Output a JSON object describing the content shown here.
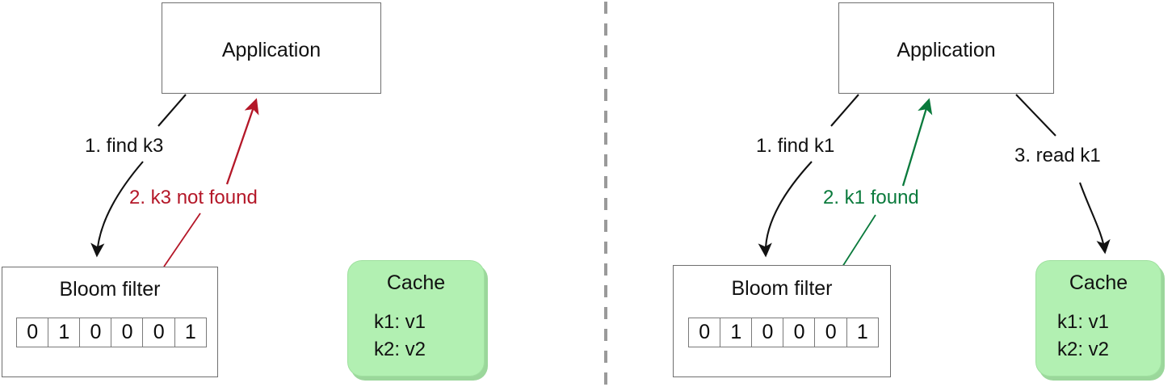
{
  "diagram": {
    "title_absent": "",
    "divider": {
      "name": "vertical-dashed-divider",
      "color": "#9a9a9a"
    }
  },
  "colors": {
    "black": "#111111",
    "red": "#b41728",
    "green": "#0a7a3c",
    "cache_fill": "#b2f0b2",
    "cache_shadow": "#9bd79b",
    "box_border": "#6f6f6f",
    "divider": "#9a9a9a"
  },
  "panels": [
    {
      "id": "left-panel-miss",
      "application": {
        "label": "Application"
      },
      "bloom_filter": {
        "label": "Bloom filter",
        "bits": [
          "0",
          "1",
          "0",
          "0",
          "0",
          "1"
        ]
      },
      "cache": {
        "label": "Cache",
        "entries": [
          "k1: v1",
          "k2: v2"
        ]
      },
      "edges": [
        {
          "name": "edge-find-k3",
          "label": "1. find k3",
          "color": "#111111",
          "from": "Application",
          "to": "Bloom filter"
        },
        {
          "name": "edge-k3-not-found",
          "label": "2. k3 not found",
          "color": "#b41728",
          "from": "Bloom filter",
          "to": "Application"
        }
      ]
    },
    {
      "id": "right-panel-hit",
      "application": {
        "label": "Application"
      },
      "bloom_filter": {
        "label": "Bloom filter",
        "bits": [
          "0",
          "1",
          "0",
          "0",
          "0",
          "1"
        ]
      },
      "cache": {
        "label": "Cache",
        "entries": [
          "k1: v1",
          "k2: v2"
        ]
      },
      "edges": [
        {
          "name": "edge-find-k1",
          "label": "1. find k1",
          "color": "#111111",
          "from": "Application",
          "to": "Bloom filter"
        },
        {
          "name": "edge-k1-found",
          "label": "2. k1 found",
          "color": "#0a7a3c",
          "from": "Bloom filter",
          "to": "Application"
        },
        {
          "name": "edge-read-k1",
          "label": "3. read k1",
          "color": "#111111",
          "from": "Application",
          "to": "Cache"
        }
      ]
    }
  ]
}
